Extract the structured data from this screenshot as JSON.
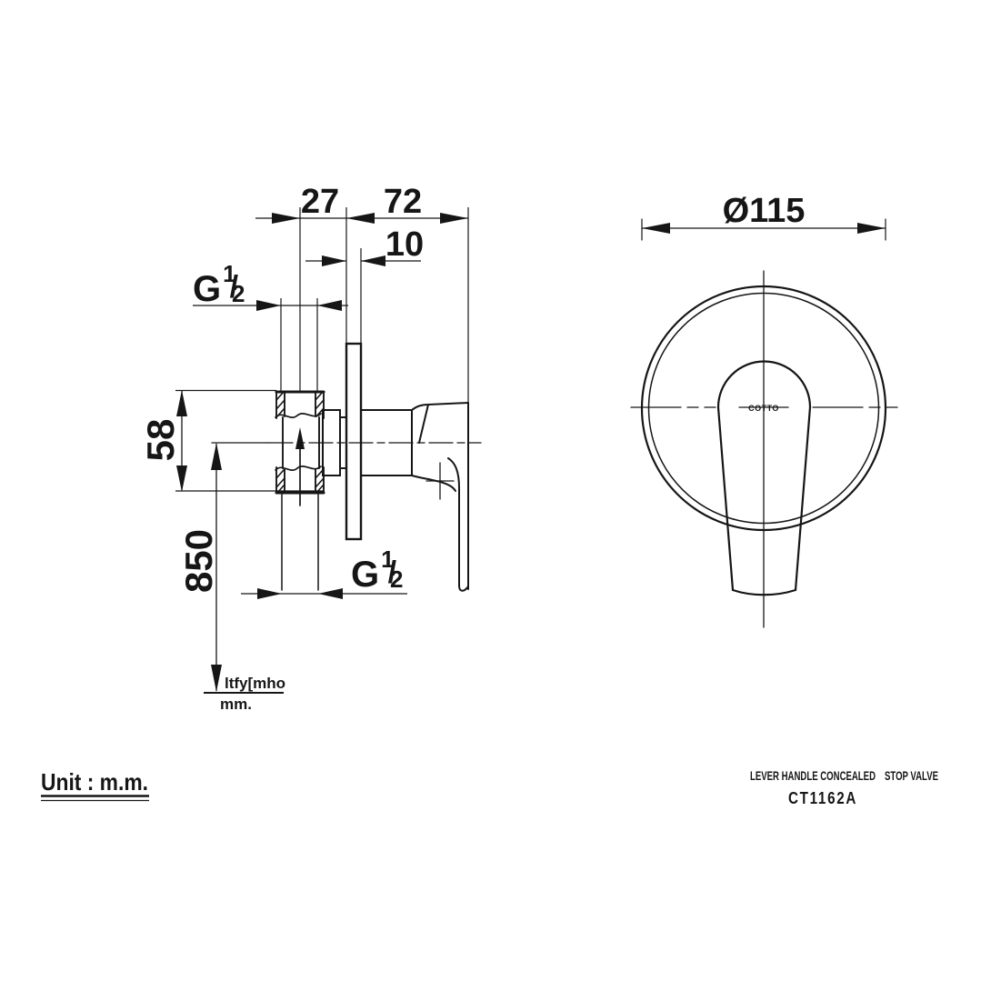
{
  "drawing": {
    "unit_label": "Unit : m.m.",
    "product_name_line1": "LEVER HANDLE CONCEALED",
    "product_name_line2": "STOP VALVE",
    "model_code": "CT1162A",
    "brand_logo": "COTTO",
    "line_color": "#161616",
    "background": "#ffffff"
  },
  "dimensions": {
    "offset_wall": "27",
    "projection": "72",
    "plate_thickness": "10",
    "plate_diameter": "Ø115",
    "body_height": "58",
    "install_height": "850"
  },
  "thread_label": {
    "letter": "G",
    "numerator": "1",
    "slash": "/",
    "denominator": "2"
  },
  "floor_note": {
    "line1": "ltfy[mho",
    "line2": "mm."
  }
}
